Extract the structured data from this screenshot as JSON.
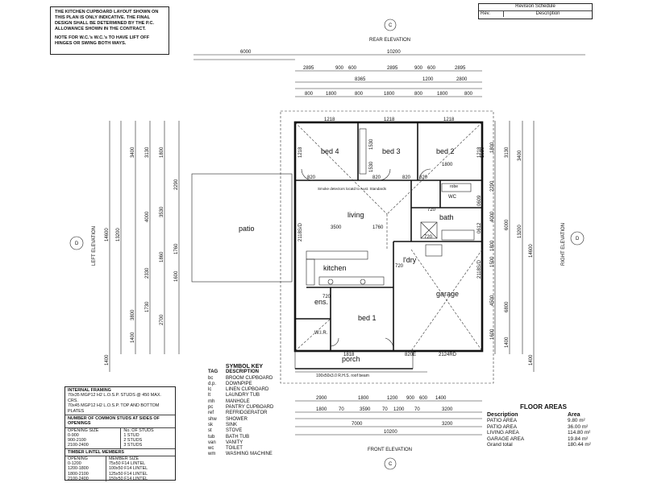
{
  "notes": {
    "kitchen": "THE KITCHEN CUPBOARD LAYOUT SHOWN ON THIS PLAN IS ONLY INDICATIVE. THE FINAL DESIGN SHALL BE DETERMINED BY THE P.C. ALLOWANCE SHOWN IN THE CONTRACT.",
    "wc": "NOTE FOR W.C.'s W.C.'s TO HAVE LIFT OFF HINGES OR SWING BOTH WAYS."
  },
  "revision": {
    "title": "Revision Schedule",
    "col_rev": "Rev.",
    "col_desc": "Description"
  },
  "elevations": {
    "rear": "REAR ELEVATION",
    "front": "FRONT ELEVATION",
    "left": "LEFT ELEVATION",
    "right": "RIGHT ELEVATION",
    "marker_c": "C",
    "marker_d": "D"
  },
  "rooms": {
    "bed4": "bed 4",
    "bed3": "bed 3",
    "bed2": "bed 2",
    "living": "living",
    "kitchen": "kitchen",
    "bed1": "bed 1",
    "garage": "garage",
    "porch": "porch",
    "bath": "bath",
    "dry": "l'dry",
    "ens": "ens.",
    "wir": "W.I.R.",
    "wc": "WC",
    "patio": "patio",
    "robe": "robe",
    "smoke_note": "Smoke detectors locatd to Aust. Standards",
    "roof_beam": "100x50x3.0 R.H.S. roof beam"
  },
  "dimensions": {
    "top": {
      "overall": "10200",
      "patio": "6000",
      "row1": [
        "2895",
        "900",
        "600",
        "2895",
        "900",
        "600",
        "2895"
      ],
      "row2": [
        "8365"
      ],
      "row3": [
        "1200",
        "2800"
      ],
      "row4": [
        "800",
        "1800",
        "800",
        "1800",
        "800",
        "1800",
        "800"
      ]
    },
    "internal_top": [
      "1218",
      "1218",
      "1218"
    ],
    "left_outer": "13200",
    "left_overall": "14600",
    "left_chain": [
      "3400",
      "3130",
      "1800",
      "2290",
      "4000",
      "3530",
      "1760",
      "1860",
      "2330",
      "1730",
      "3800",
      "2700",
      "1400",
      "1400",
      "1600"
    ],
    "right_overall": "14600",
    "right_outer": "13200",
    "right_chain": [
      "1800",
      "3130",
      "2290",
      "3400",
      "1530",
      "6000",
      "4000",
      "1800",
      "1500",
      "4500",
      "6800",
      "1600",
      "1400",
      "1400"
    ],
    "bottom": {
      "row1": [
        "2900",
        "1800",
        "1200",
        "900",
        "600",
        "1400"
      ],
      "row2": [
        "1800",
        "70",
        "3590",
        "70",
        "1200",
        "70",
        "3200"
      ],
      "row3": [
        "7000",
        "3200"
      ],
      "overall": "10200"
    },
    "openings": [
      "820",
      "820",
      "820",
      "820",
      "720",
      "720",
      "1800",
      "1760",
      "3500",
      "720",
      "720",
      "1818",
      "820E",
      "2124RD",
      "2118S/D",
      "2118S/D",
      "0612",
      "0609",
      "1530",
      "1530",
      "1218",
      "1218"
    ]
  },
  "symbol_key": {
    "title": "SYMBOL KEY",
    "col_tag": "TAG",
    "col_desc": "DESCRIPTION",
    "items": [
      {
        "tag": "bc",
        "desc": "BROOM CUPBOARD"
      },
      {
        "tag": "d.p.",
        "desc": "DOWNPIPE"
      },
      {
        "tag": "lc",
        "desc": "LINEN CUPBOARD"
      },
      {
        "tag": "lt",
        "desc": "LAUNDRY TUB"
      },
      {
        "tag": "mh",
        "desc": "MANHOLE"
      },
      {
        "tag": "pc",
        "desc": "PANTRY CUPBOARD"
      },
      {
        "tag": "ref",
        "desc": "REFRIDGERATOR"
      },
      {
        "tag": "shw",
        "desc": "SHOWER"
      },
      {
        "tag": "sk",
        "desc": "SINK"
      },
      {
        "tag": "st",
        "desc": "STOVE"
      },
      {
        "tag": "tub",
        "desc": "BATH TUB"
      },
      {
        "tag": "van",
        "desc": "VANITY"
      },
      {
        "tag": "wc",
        "desc": "TOILET"
      },
      {
        "tag": "wm",
        "desc": "WASHING MACHINE"
      }
    ]
  },
  "framing": {
    "header": "INTERNAL FRAMING",
    "line1": "70x35 MGP12 H2 L.O.S.P. STUDS @ 450 MAX. CRS.",
    "line2": "70x45 MGP12 H2 L.O.S.P. TOP AND BOTTOM PLATES",
    "studs_header": "NUMBER OF COMMON STUDS AT SIDES OF OPENINGS",
    "studs_cols": [
      "OPENING SIZE",
      "No. OF STUDS"
    ],
    "studs_rows": [
      [
        "0-900",
        "1 STUD"
      ],
      [
        "900-2100",
        "2 STUDS"
      ],
      [
        "2100-2400",
        "3 STUDS"
      ]
    ],
    "lintel_header": "TIMBER LINTEL MEMBERS",
    "lintel_cols": [
      "OPENING",
      "MEMBER SIZE"
    ],
    "lintel_rows": [
      [
        "0-1200",
        "75x50 F14 LINTEL"
      ],
      [
        "1200-1800",
        "100x50 F14 LINTEL"
      ],
      [
        "1800-2100",
        "125x50 F14 LINTEL"
      ],
      [
        "2100-2400",
        "150x50 F14 LINTEL"
      ]
    ]
  },
  "floor_areas": {
    "title": "FLOOR AREAS",
    "col_desc": "Description",
    "col_area": "Area",
    "rows": [
      {
        "desc": "PATIO AREA",
        "area": "9.80 m²"
      },
      {
        "desc": "PATIO AREA",
        "area": "36.00 m²"
      },
      {
        "desc": "LIVING AREA",
        "area": "114.80 m²"
      },
      {
        "desc": "GARAGE AREA",
        "area": "19.84 m²"
      },
      {
        "desc": "Grand total",
        "area": "180.44 m²"
      }
    ]
  }
}
